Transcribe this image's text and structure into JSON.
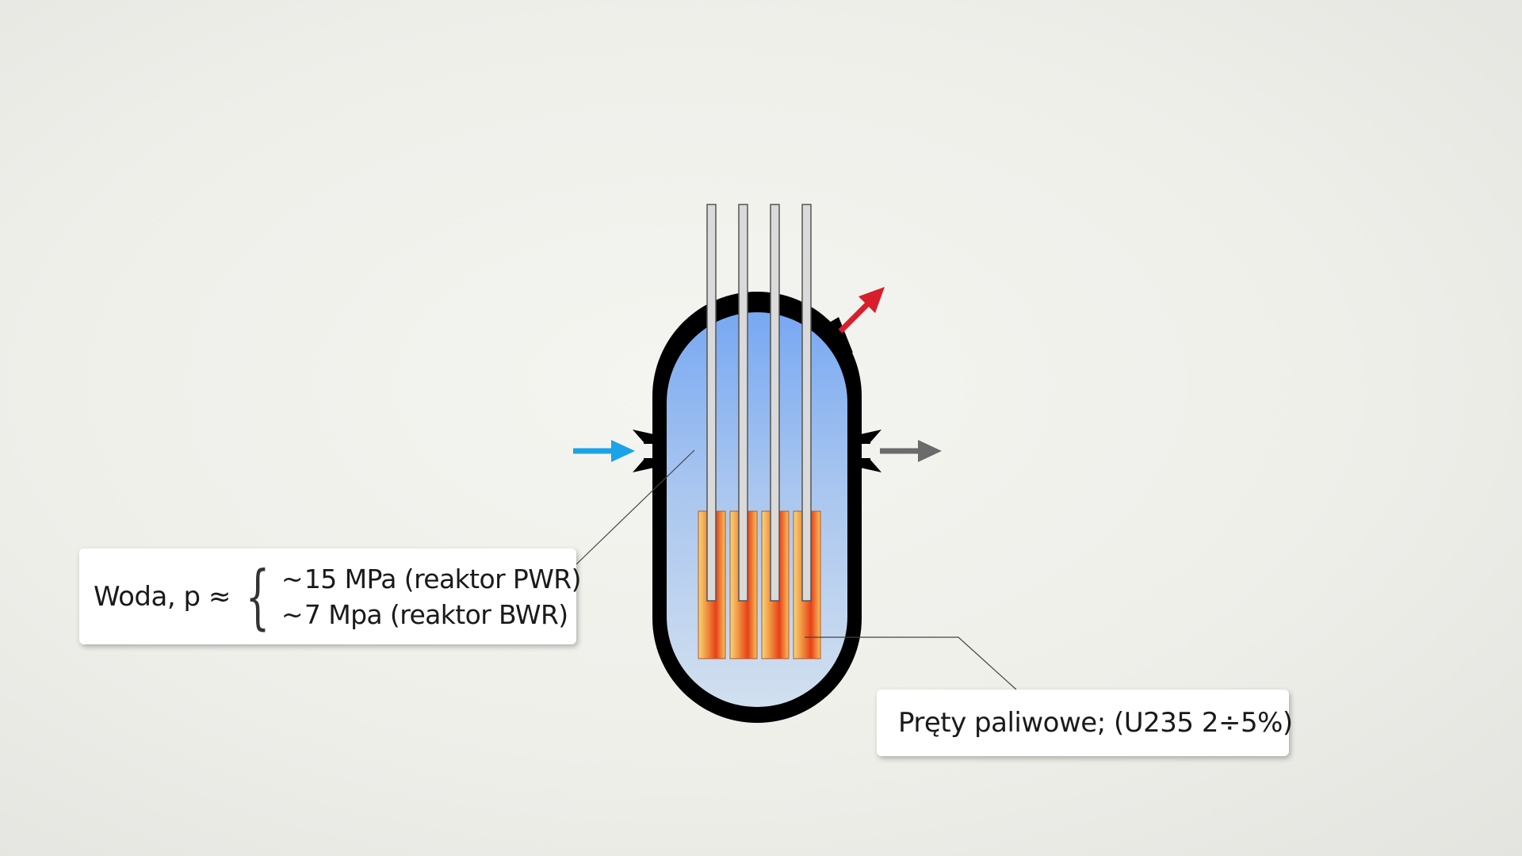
{
  "callouts": {
    "water": {
      "lead": "Woda, p ≈",
      "brace": "{",
      "tilde": "~",
      "options": [
        "15 MPa (reaktor PWR)",
        "7 Mpa (reaktor BWR)"
      ]
    },
    "fuel": {
      "text": "Pręty paliwowe; (U235 2÷5%)"
    }
  },
  "colors": {
    "vessel_outline": "#000000",
    "water_top": "#78a8f2",
    "water_bottom": "#d2e0ef",
    "inlet_arrow": "#1aa3e8",
    "steam_arrow": "#d81e2c",
    "outlet_arrow": "#6b6b6b",
    "fuel_hot": "#e8401a",
    "fuel_warm": "#f5d77a",
    "control_rod": "#d9d9d9"
  },
  "icons": {
    "inlet": "arrow-right-icon",
    "outlet": "arrow-right-icon",
    "steam": "arrow-up-right-icon"
  }
}
